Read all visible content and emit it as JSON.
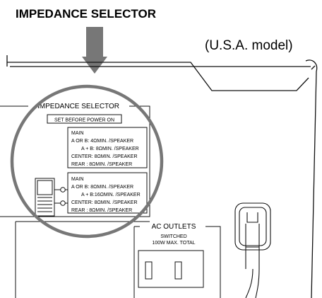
{
  "heading": "IMPEDANCE SELECTOR",
  "model_note": "(U.S.A. model)",
  "panel": {
    "title": "IMPEDANCE SELECTOR",
    "subtitle": "SET BEFORE POWER ON",
    "setting_a": {
      "lines": [
        "MAIN",
        "A OR B: 4ΩMIN. /SPEAKER",
        "A + B: 8ΩMIN. /SPEAKER",
        "CENTER: 8ΩMIN. /SPEAKER",
        "REAR  : 8ΩMIN. /SPEAKER"
      ]
    },
    "setting_b": {
      "lines": [
        "MAIN",
        "A OR B: 8ΩMIN. /SPEAKER",
        "A + B:16ΩMIN. /SPEAKER",
        "CENTER: 8ΩMIN. /SPEAKER",
        "REAR  : 8ΩMIN. /SPEAKER"
      ]
    }
  },
  "outlets": {
    "title": "AC OUTLETS",
    "line1": "SWITCHED",
    "line2": "100W MAX. TOTAL"
  },
  "colors": {
    "arrow": "#777777",
    "circle": "#777777",
    "line": "#111111"
  }
}
